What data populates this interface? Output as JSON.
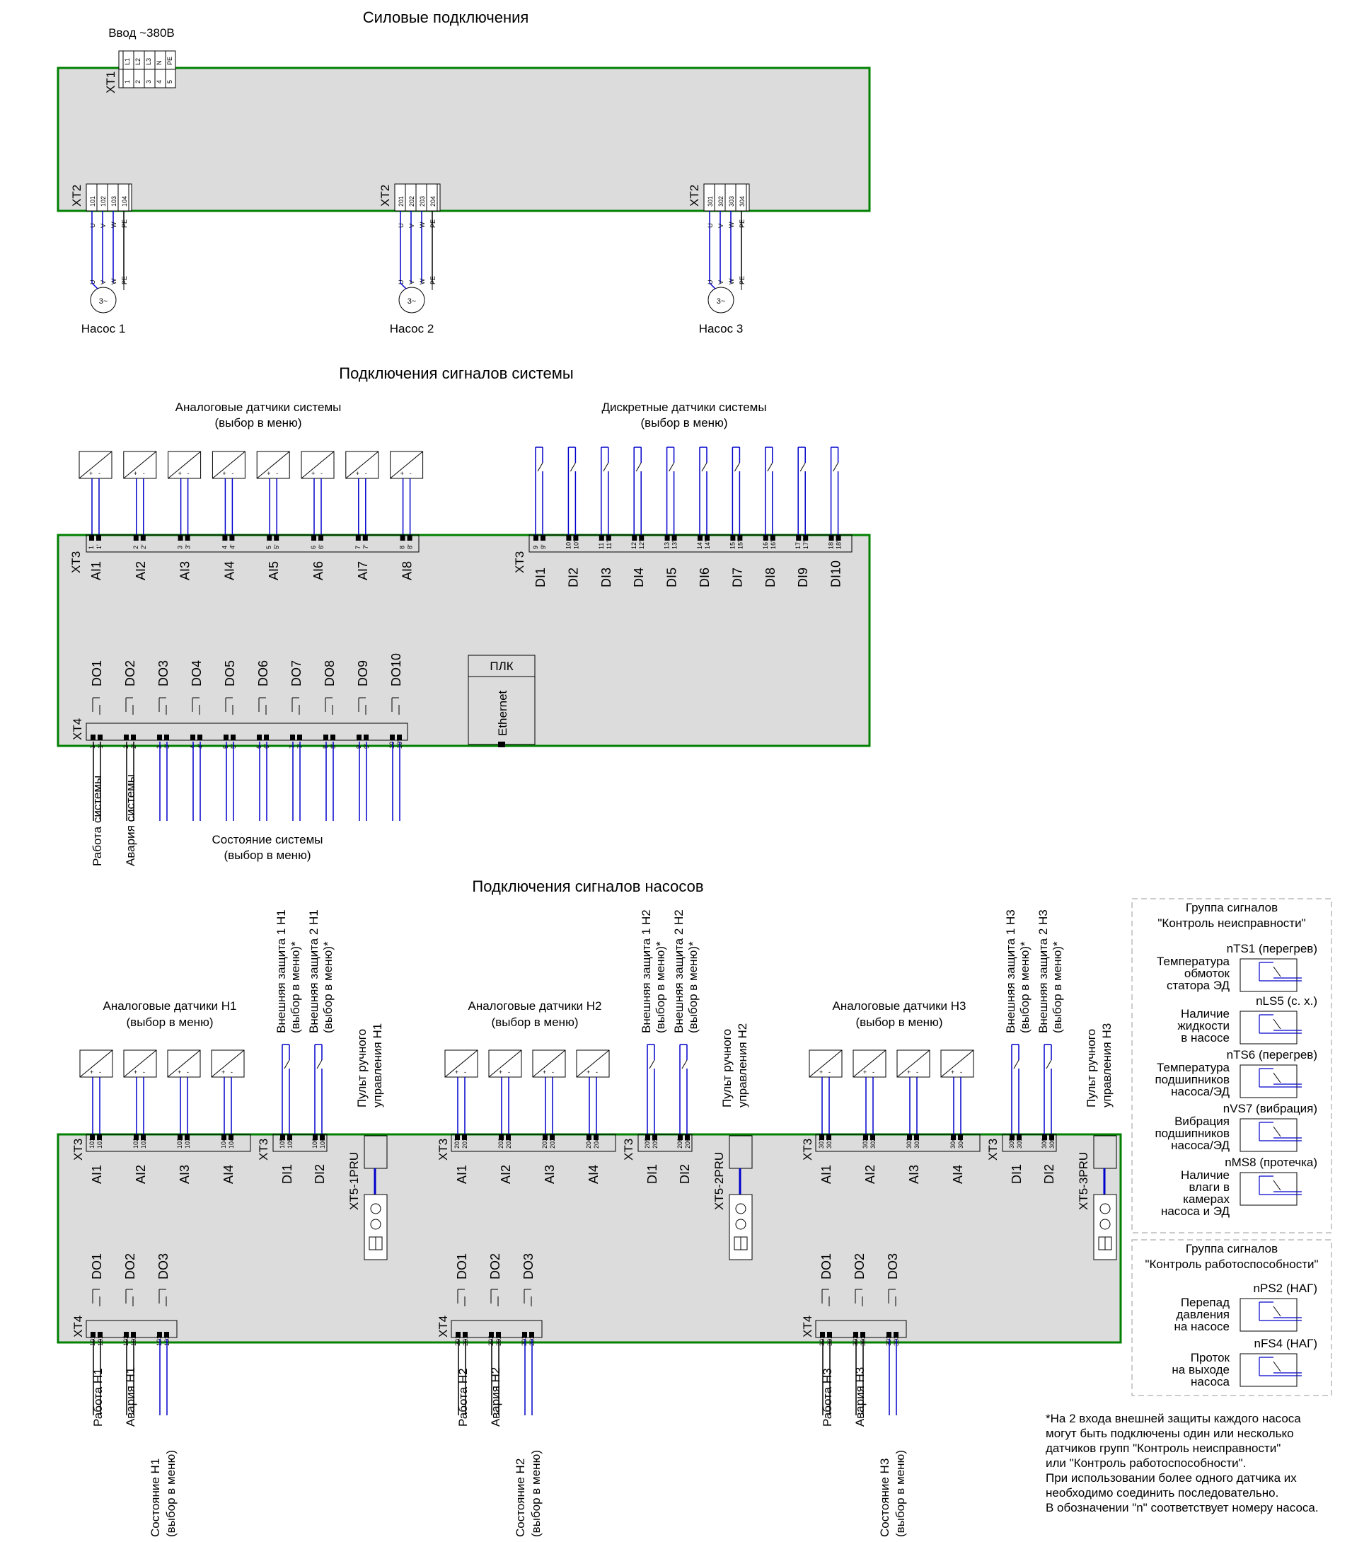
{
  "power": {
    "title": "Силовые подключения",
    "input_label": "Ввод ~380В",
    "xt1_label": "XT1",
    "xt1_top": [
      "L1",
      "L2",
      "L3",
      "N",
      "PE"
    ],
    "xt1_bottom": [
      "1",
      "2",
      "3",
      "4",
      "5"
    ],
    "xt2_label": "XT2",
    "wire_labels": [
      "U",
      "V",
      "W",
      "PE"
    ],
    "motor_symbol": "3~",
    "pumps": [
      {
        "name": "Насос 1",
        "terms": [
          "101",
          "102",
          "103",
          "104"
        ]
      },
      {
        "name": "Насос 2",
        "terms": [
          "201",
          "202",
          "203",
          "204"
        ]
      },
      {
        "name": "Насос 3",
        "terms": [
          "301",
          "302",
          "303",
          "304"
        ]
      }
    ]
  },
  "system": {
    "title": "Подключения сигналов системы",
    "analog_title": "Аналоговые датчики системы",
    "analog_sub": "(выбор в меню)",
    "discrete_title": "Дискретные датчики системы",
    "discrete_sub": "(выбор в меню)",
    "xt3_label": "XT3",
    "xt4_label": "XT4",
    "ai": [
      {
        "name": "AI1",
        "a": "1",
        "b": "1'"
      },
      {
        "name": "AI2",
        "a": "2",
        "b": "2'"
      },
      {
        "name": "AI3",
        "a": "3",
        "b": "3'"
      },
      {
        "name": "AI4",
        "a": "4",
        "b": "4'"
      },
      {
        "name": "AI5",
        "a": "5",
        "b": "5'"
      },
      {
        "name": "AI6",
        "a": "6",
        "b": "6'"
      },
      {
        "name": "AI7",
        "a": "7",
        "b": "7'"
      },
      {
        "name": "AI8",
        "a": "8",
        "b": "8'"
      }
    ],
    "di": [
      {
        "name": "DI1",
        "a": "9",
        "b": "9'"
      },
      {
        "name": "DI2",
        "a": "10",
        "b": "10'"
      },
      {
        "name": "DI3",
        "a": "11",
        "b": "11'"
      },
      {
        "name": "DI4",
        "a": "12",
        "b": "12'"
      },
      {
        "name": "DI5",
        "a": "13",
        "b": "13'"
      },
      {
        "name": "DI6",
        "a": "14",
        "b": "14'"
      },
      {
        "name": "DI7",
        "a": "15",
        "b": "15'"
      },
      {
        "name": "DI8",
        "a": "16",
        "b": "16'"
      },
      {
        "name": "DI9",
        "a": "17",
        "b": "17'"
      },
      {
        "name": "DI10",
        "a": "18",
        "b": "18'"
      }
    ],
    "do": [
      {
        "name": "DO1",
        "a": "1",
        "b": "1'"
      },
      {
        "name": "DO2",
        "a": "2",
        "b": "2'"
      },
      {
        "name": "DO3",
        "a": "3",
        "b": "3'"
      },
      {
        "name": "DO4",
        "a": "4",
        "b": "4'"
      },
      {
        "name": "DO5",
        "a": "5",
        "b": "5'"
      },
      {
        "name": "DO6",
        "a": "6",
        "b": "6'"
      },
      {
        "name": "DO7",
        "a": "7",
        "b": "7'"
      },
      {
        "name": "DO8",
        "a": "8",
        "b": "8'"
      },
      {
        "name": "DO9",
        "a": "9",
        "b": "9'"
      },
      {
        "name": "DO10",
        "a": "10",
        "b": "10'"
      }
    ],
    "plc_label": "ПЛК",
    "ethernet_label": "Ethernet",
    "run_label": "Работа системы",
    "alarm_label": "Авария системы",
    "state_label": "Состояние системы",
    "state_sub": "(выбор в меню)"
  },
  "pumps_signals": {
    "title": "Подключения сигналов насосов",
    "groups": [
      {
        "analog_title": "Аналоговые датчики Н1",
        "analog_sub": "(выбор в меню)",
        "ai": [
          {
            "name": "AI1",
            "a": "101",
            "b": "101'"
          },
          {
            "name": "AI2",
            "a": "102",
            "b": "102'"
          },
          {
            "name": "AI3",
            "a": "103",
            "b": "103'"
          },
          {
            "name": "AI4",
            "a": "104",
            "b": "104'"
          }
        ],
        "di": [
          {
            "name": "DI1",
            "a": "105",
            "b": "105'",
            "ext1": "Внешняя защита 1 Н1",
            "ext2": "(выбор в меню)*"
          },
          {
            "name": "DI2",
            "a": "106",
            "b": "106'",
            "ext1": "Внешняя защита 2 Н1",
            "ext2": "(выбор в меню)*"
          }
        ],
        "panel_label1": "Пульт ручного",
        "panel_label2": "управления Н1",
        "panel_term": "XT5-1PRU",
        "do": [
          {
            "name": "DO1",
            "a": "101",
            "b": "101'"
          },
          {
            "name": "DO2",
            "a": "102",
            "b": "102'"
          },
          {
            "name": "DO3",
            "a": "103",
            "b": "103'"
          }
        ],
        "run": "Работа Н1",
        "alarm": "Авария Н1",
        "state1": "Состояние Н1",
        "state2": "(выбор в меню)"
      },
      {
        "analog_title": "Аналоговые датчики Н2",
        "analog_sub": "(выбор в меню)",
        "ai": [
          {
            "name": "AI1",
            "a": "201",
            "b": "201'"
          },
          {
            "name": "AI2",
            "a": "202",
            "b": "202'"
          },
          {
            "name": "AI3",
            "a": "203",
            "b": "203'"
          },
          {
            "name": "AI4",
            "a": "204",
            "b": "204'"
          }
        ],
        "di": [
          {
            "name": "DI1",
            "a": "205",
            "b": "205'",
            "ext1": "Внешняя защита 1 Н2",
            "ext2": "(выбор в меню)*"
          },
          {
            "name": "DI2",
            "a": "206",
            "b": "206'",
            "ext1": "Внешняя защита 2 Н2",
            "ext2": "(выбор в меню)*"
          }
        ],
        "panel_label1": "Пульт ручного",
        "panel_label2": "управления Н2",
        "panel_term": "XT5-2PRU",
        "do": [
          {
            "name": "DO1",
            "a": "201",
            "b": "201'"
          },
          {
            "name": "DO2",
            "a": "202",
            "b": "202'"
          },
          {
            "name": "DO3",
            "a": "203",
            "b": "203'"
          }
        ],
        "run": "Работа Н2",
        "alarm": "Авария Н2",
        "state1": "Состояние Н2",
        "state2": "(выбор в меню)"
      },
      {
        "analog_title": "Аналоговые датчики Н3",
        "analog_sub": "(выбор в меню)",
        "ai": [
          {
            "name": "AI1",
            "a": "301",
            "b": "301'"
          },
          {
            "name": "AI2",
            "a": "302",
            "b": "302'"
          },
          {
            "name": "AI3",
            "a": "303",
            "b": "303'"
          },
          {
            "name": "AI4",
            "a": "304",
            "b": "304'"
          }
        ],
        "di": [
          {
            "name": "DI1",
            "a": "305",
            "b": "305'",
            "ext1": "Внешняя защита 1 Н3",
            "ext2": "(выбор в меню)*"
          },
          {
            "name": "DI2",
            "a": "306",
            "b": "306'",
            "ext1": "Внешняя защита 2 Н3",
            "ext2": "(выбор в меню)*"
          }
        ],
        "panel_label1": "Пульт ручного",
        "panel_label2": "управления Н3",
        "panel_term": "XT5-3PRU",
        "do": [
          {
            "name": "DO1",
            "a": "301",
            "b": "301'"
          },
          {
            "name": "DO2",
            "a": "302",
            "b": "302'"
          },
          {
            "name": "DO3",
            "a": "303",
            "b": "303'"
          }
        ],
        "run": "Работа Н3",
        "alarm": "Авария Н3",
        "state1": "Состояние Н3",
        "state2": "(выбор в меню)"
      }
    ]
  },
  "legend": {
    "fault": {
      "title1": "Группа сигналов",
      "title2": "\"Контроль неисправности\"",
      "items": [
        {
          "code": "nTS1 (перегрев)",
          "lines": [
            "Температура",
            "обмоток",
            "статора ЭД"
          ]
        },
        {
          "code": "nLS5 (с. х.)",
          "lines": [
            "Наличие",
            "жидкости",
            "в насосе"
          ]
        },
        {
          "code": "nTS6 (перегрев)",
          "lines": [
            "Температура",
            "подшипников",
            "насоса/ЭД"
          ]
        },
        {
          "code": "nVS7 (вибрация)",
          "lines": [
            "Вибрация",
            "подшипников",
            "насоса/ЭД"
          ]
        },
        {
          "code": "nMS8 (протечка)",
          "lines": [
            "Наличие",
            "влаги в",
            "камерах",
            "насоса и ЭД"
          ]
        }
      ]
    },
    "perf": {
      "title1": "Группа сигналов",
      "title2": "\"Контроль работоспособности\"",
      "items": [
        {
          "code": "nPS2 (НАГ)",
          "lines": [
            "Перепад",
            "давления",
            "на насосе"
          ]
        },
        {
          "code": "nFS4 (НАГ)",
          "lines": [
            "Проток",
            "на выходе",
            "насоса"
          ]
        }
      ]
    }
  },
  "note": [
    "*На 2 входа внешней защиты каждого насоса",
    "могут быть подключены один или несколько",
    "датчиков групп \"Контроль неисправности\"",
    "или \"Контроль работоспособности\".",
    "При использовании более одного датчика их",
    "необходимо соединить последовательно.",
    "В обозначении \"n\" соответствует номеру насоса."
  ],
  "colors": {
    "frame": "#008000",
    "fill": "#dcdcdc",
    "wire": "#0000cc"
  }
}
